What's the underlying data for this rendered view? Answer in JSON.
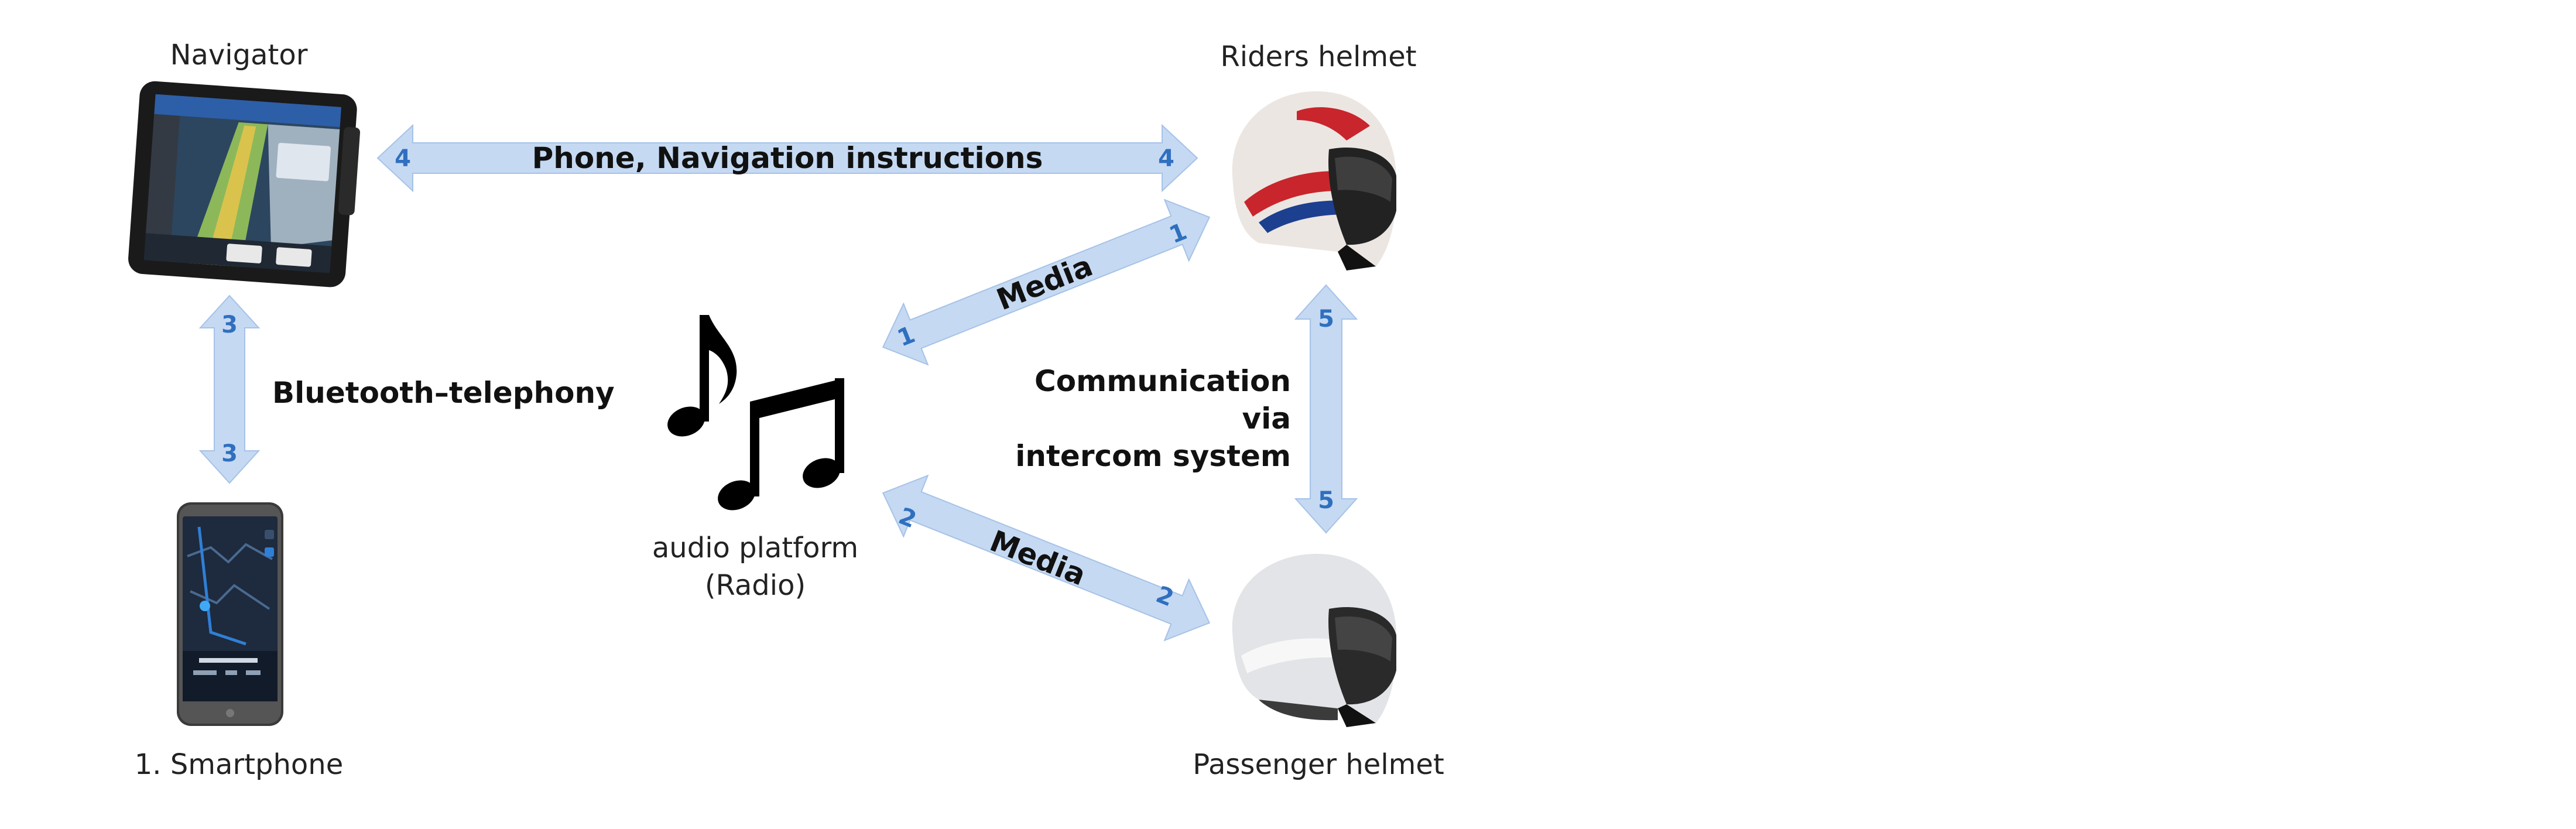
{
  "colors": {
    "arrow_fill": "#c5d9f2",
    "arrow_stroke": "#a6c2e8",
    "number": "#2f6fbf",
    "text": "#111111"
  },
  "nodes": {
    "navigator": {
      "label": "Navigator",
      "icon": "gps-navigator-icon"
    },
    "smartphone": {
      "label": "1. Smartphone",
      "icon": "smartphone-icon"
    },
    "audio": {
      "label_line1": "audio platform",
      "label_line2": "(Radio)",
      "icon": "music-notes-icon"
    },
    "riders_helmet": {
      "label": "Riders helmet",
      "icon": "helmet-icon"
    },
    "passenger_helmet": {
      "label": "Passenger helmet",
      "icon": "helmet-icon"
    }
  },
  "connections": {
    "nav_rider": {
      "label": "Phone, Navigation instructions",
      "num_start": "4",
      "num_end": "4"
    },
    "nav_phone": {
      "label": "Bluetooth–telephony",
      "num_start": "3",
      "num_end": "3"
    },
    "audio_rider": {
      "label": "Media",
      "num_start": "1",
      "num_end": "1"
    },
    "audio_passenger": {
      "label": "Media",
      "num_start": "2",
      "num_end": "2"
    },
    "rider_passenger": {
      "label_line1": "Communication",
      "label_line2": "via",
      "label_line3": "intercom system",
      "num_start": "5",
      "num_end": "5"
    }
  }
}
